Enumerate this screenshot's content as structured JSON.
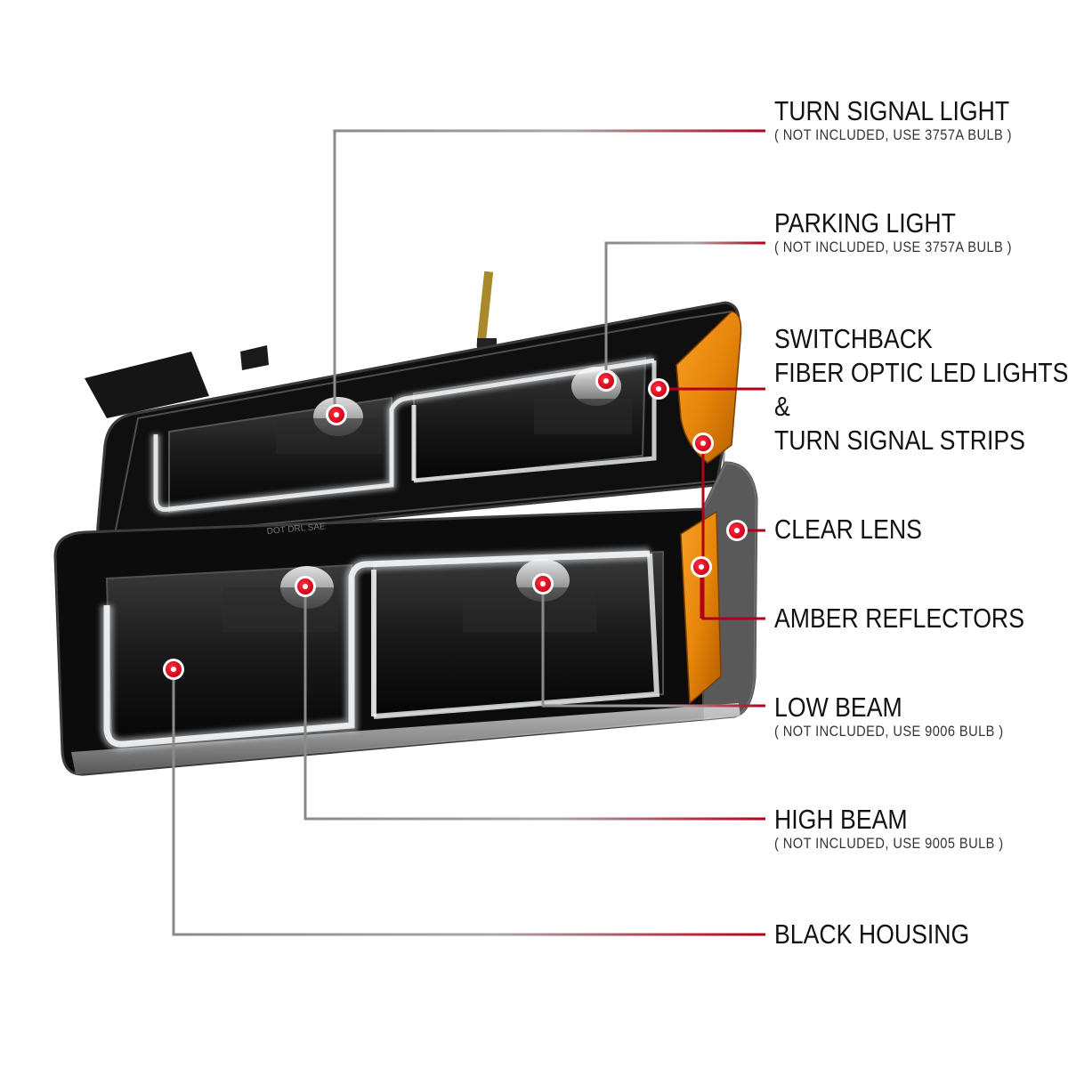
{
  "callouts": {
    "turn_signal": {
      "title": "TURN SIGNAL LIGHT",
      "note": "( NOT INCLUDED, USE  3757A  BULB )"
    },
    "parking": {
      "title": "PARKING LIGHT",
      "note": "( NOT INCLUDED, USE  3757A  BULB )"
    },
    "switchback": {
      "line1": "SWITCHBACK",
      "line2": "FIBER OPTIC LED LIGHTS",
      "line3": "&",
      "line4": "TURN SIGNAL STRIPS"
    },
    "clear_lens": {
      "title": "CLEAR LENS"
    },
    "amber": {
      "title": "AMBER REFLECTORS"
    },
    "low_beam": {
      "title": "LOW BEAM",
      "note": "( NOT INCLUDED, USE  9006  BULB )"
    },
    "high_beam": {
      "title": "HIGH BEAM",
      "note": "( NOT INCLUDED, USE  9005  BULB )"
    },
    "housing": {
      "title": "BLACK HOUSING"
    }
  },
  "lens_marking": "DOT DRL SAE",
  "colors": {
    "marker": "#e0001b",
    "leader_grey": "#8a8a8a",
    "leader_red": "#b3001a",
    "housing": "#0d0d0d",
    "amber": "#e8860a",
    "led_strip": "#e9eef2"
  }
}
